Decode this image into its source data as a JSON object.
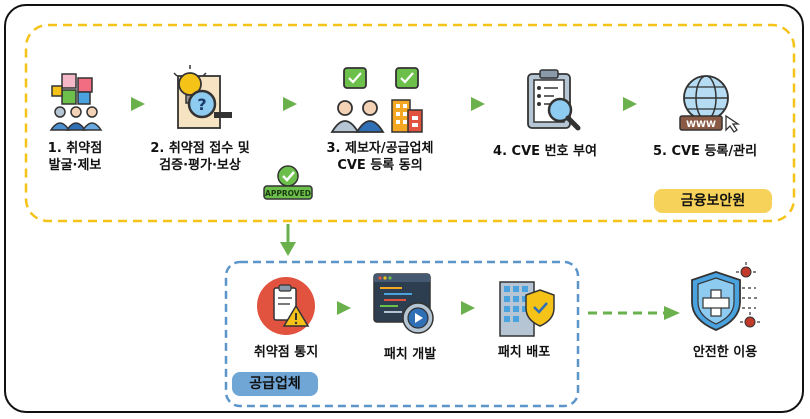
{
  "top_group": {
    "tag": "금융보안원",
    "steps": [
      {
        "line1": "1. 취약점",
        "line2": "발굴·제보"
      },
      {
        "line1": "2. 취약점 접수 및",
        "line2": "검증·평가·보상"
      },
      {
        "line1": "3. 제보자/공급업체",
        "line2": "CVE 등록 동의"
      },
      {
        "line1": "4. CVE 번호 부여",
        "line2": ""
      },
      {
        "line1": "5. CVE 등록/관리",
        "line2": ""
      }
    ],
    "approved_stamp": "APPROVED"
  },
  "bottom_group": {
    "tag": "공급업체",
    "steps": [
      {
        "label": "취약점 통지"
      },
      {
        "label": "패치 개발"
      },
      {
        "label": "패치 배포"
      }
    ]
  },
  "result": {
    "label": "안전한 이용"
  },
  "colors": {
    "top_border": "#f5c218",
    "bottom_border": "#5b95c9",
    "arrow": "#6ab04c",
    "top_tag_bg": "#f7d25a",
    "bottom_tag_bg": "#6fa6d6"
  },
  "icons": [
    "puzzle-people-icon",
    "idea-magnifier-icon",
    "agreement-people-icon",
    "clipboard-search-icon",
    "globe-www-icon",
    "warning-clipboard-icon",
    "code-editor-icon",
    "building-shield-icon",
    "health-shield-icon"
  ]
}
